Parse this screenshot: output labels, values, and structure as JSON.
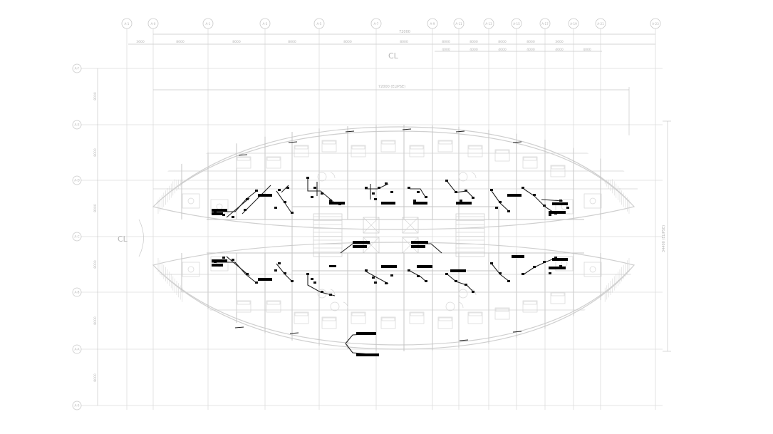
{
  "plan": {
    "center_line_top": "CL",
    "center_line_left": "CL",
    "overall_width_dim": "72000",
    "ellipse_width_dim": "72000 (ELIPSE)",
    "ellipse_height_dim": "34400 (ELIPSE)",
    "column_axes": [
      "A-1",
      "A-0",
      "A-1",
      "A-3",
      "A-5",
      "A-7",
      "A-9",
      "A-11",
      "A-13",
      "A-15",
      "A-17",
      "A-19",
      "A-21",
      "A-23"
    ],
    "row_axes": [
      "A-F",
      "A-E",
      "A-D",
      "A-C",
      "A-B",
      "A-A",
      "A-0"
    ],
    "top_dims": [
      "3600",
      "8000",
      "8000",
      "8000",
      "8000",
      "8000",
      "8000",
      "8000",
      "8000",
      "8000",
      "3600"
    ],
    "sub_dims": [
      "4000",
      "4000",
      "4000",
      "4000",
      "4000",
      "4000"
    ],
    "left_dims": [
      "8000",
      "8000",
      "8000",
      "8000",
      "8000",
      "8000"
    ]
  },
  "colors": {
    "grid": "#dcdcdc",
    "architecture": "#cfcfcf",
    "electrical": "#111111",
    "background": "#ffffff"
  }
}
